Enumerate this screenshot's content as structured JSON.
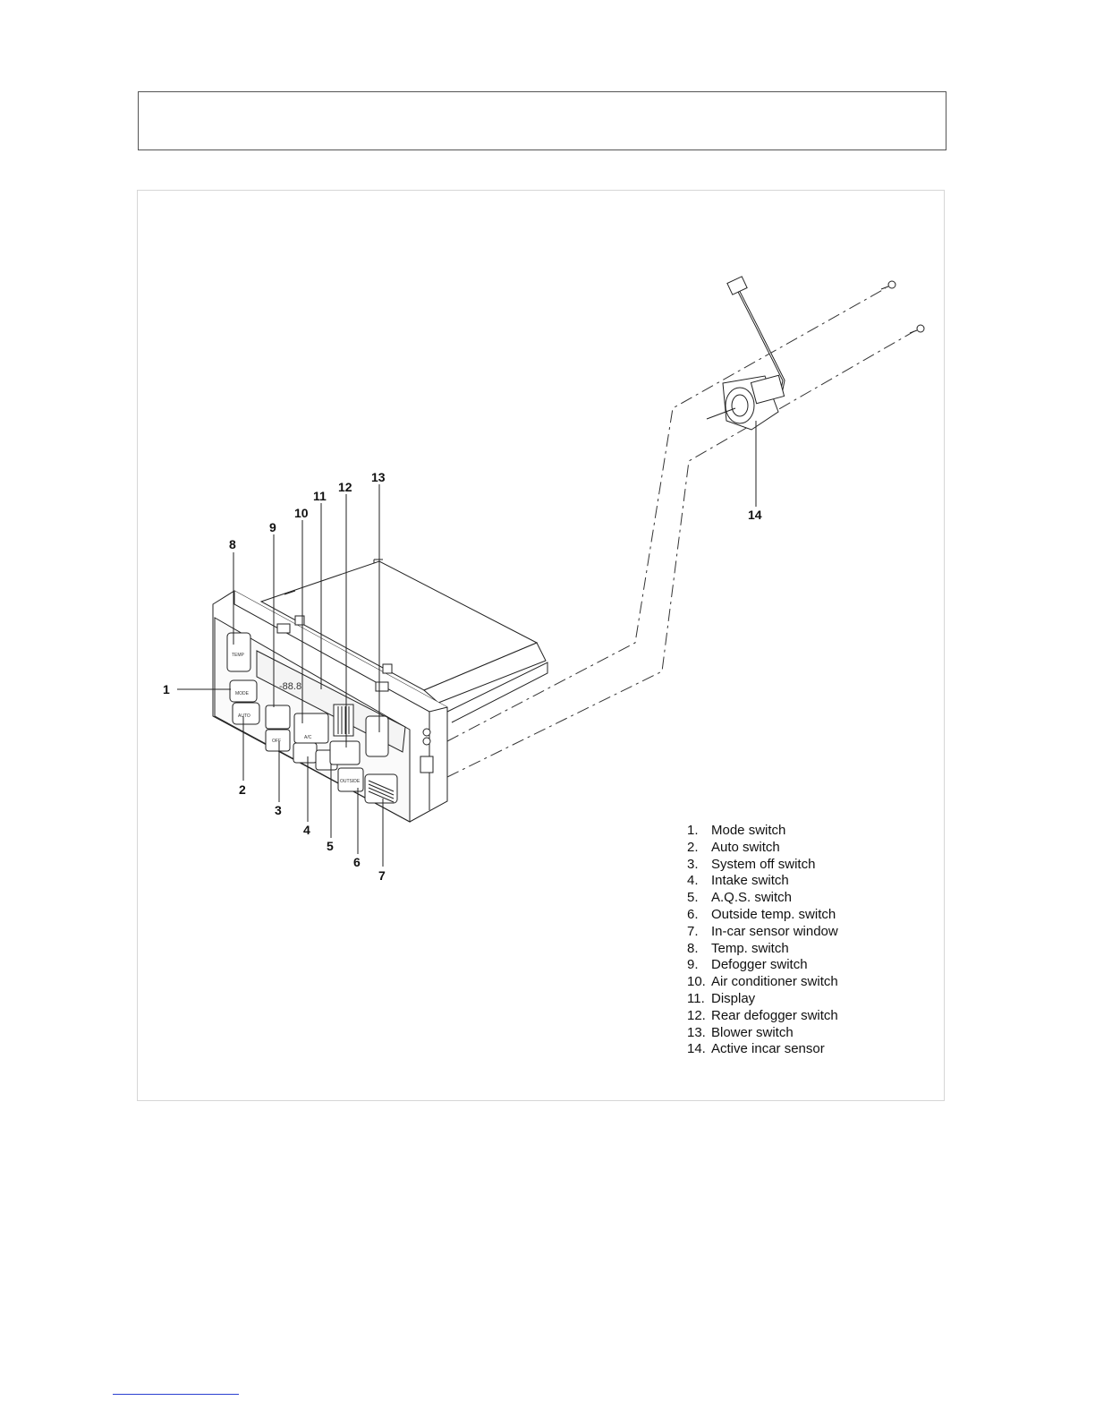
{
  "header": {
    "text": ""
  },
  "figure": {
    "callouts": [
      "1",
      "2",
      "3",
      "4",
      "5",
      "6",
      "7",
      "8",
      "9",
      "10",
      "11",
      "12",
      "13",
      "14"
    ],
    "panel_labels": {
      "temp": "TEMP",
      "mode": "MODE",
      "auto": "AUTO",
      "off": "OFF",
      "ac": "A/C",
      "outside": "OUTSIDE",
      "display": "-88.8"
    },
    "legend": [
      {
        "num": "1.",
        "label": "Mode switch"
      },
      {
        "num": "2.",
        "label": "Auto switch"
      },
      {
        "num": "3.",
        "label": "System off switch"
      },
      {
        "num": "4.",
        "label": "Intake switch"
      },
      {
        "num": "5.",
        "label": "A.Q.S. switch"
      },
      {
        "num": "6.",
        "label": "Outside temp. switch"
      },
      {
        "num": "7.",
        "label": "In-car sensor window"
      },
      {
        "num": "8.",
        "label": "Temp. switch"
      },
      {
        "num": "9.",
        "label": "Defogger switch"
      },
      {
        "num": "10.",
        "label": "Air conditioner switch"
      },
      {
        "num": "11.",
        "label": "Display"
      },
      {
        "num": "12.",
        "label": "Rear defogger switch"
      },
      {
        "num": "13.",
        "label": "Blower switch"
      },
      {
        "num": "14.",
        "label": "Active incar sensor"
      }
    ]
  },
  "footer": {
    "link_text": ""
  },
  "colors": {
    "line": "#222222",
    "frame": "#d6d6d6",
    "link": "#2a3fd0"
  }
}
